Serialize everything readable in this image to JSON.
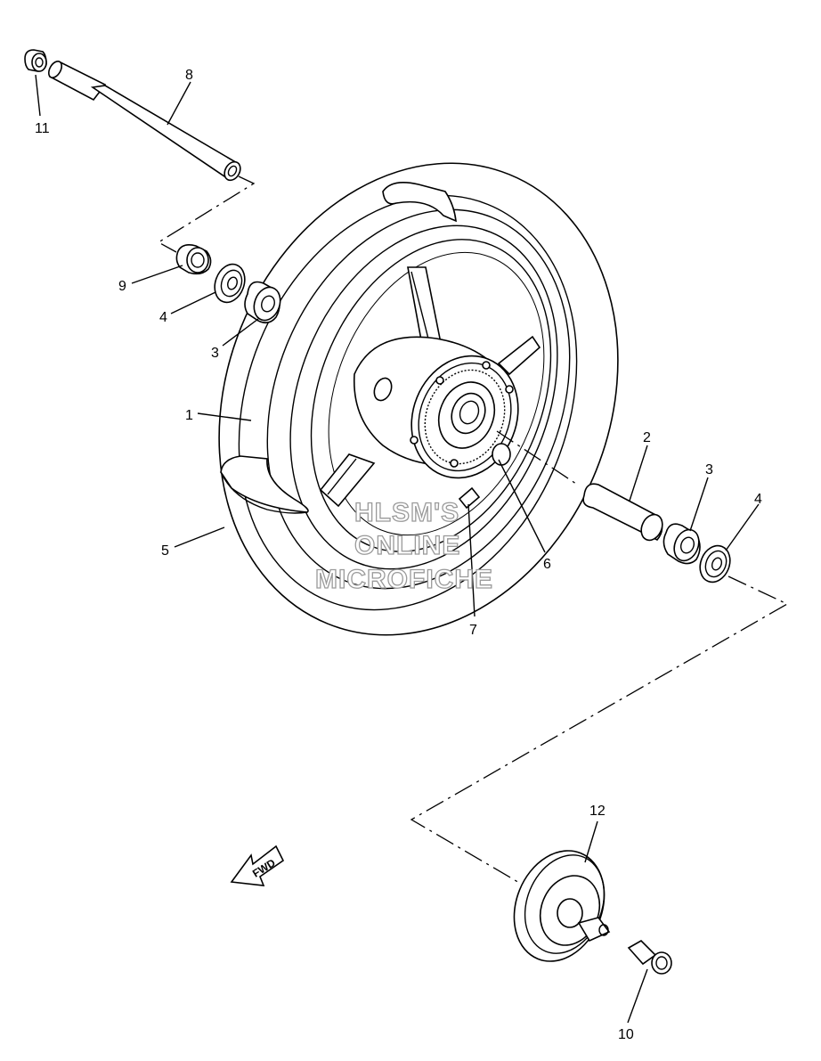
{
  "callouts": [
    "1",
    "2",
    "3",
    "3",
    "4",
    "4",
    "5",
    "6",
    "7",
    "8",
    "9",
    "10",
    "11",
    "12"
  ],
  "watermark": [
    "HLSM'S",
    "ONLINE",
    "MICROFICHE"
  ],
  "fwd_label": "FWD"
}
